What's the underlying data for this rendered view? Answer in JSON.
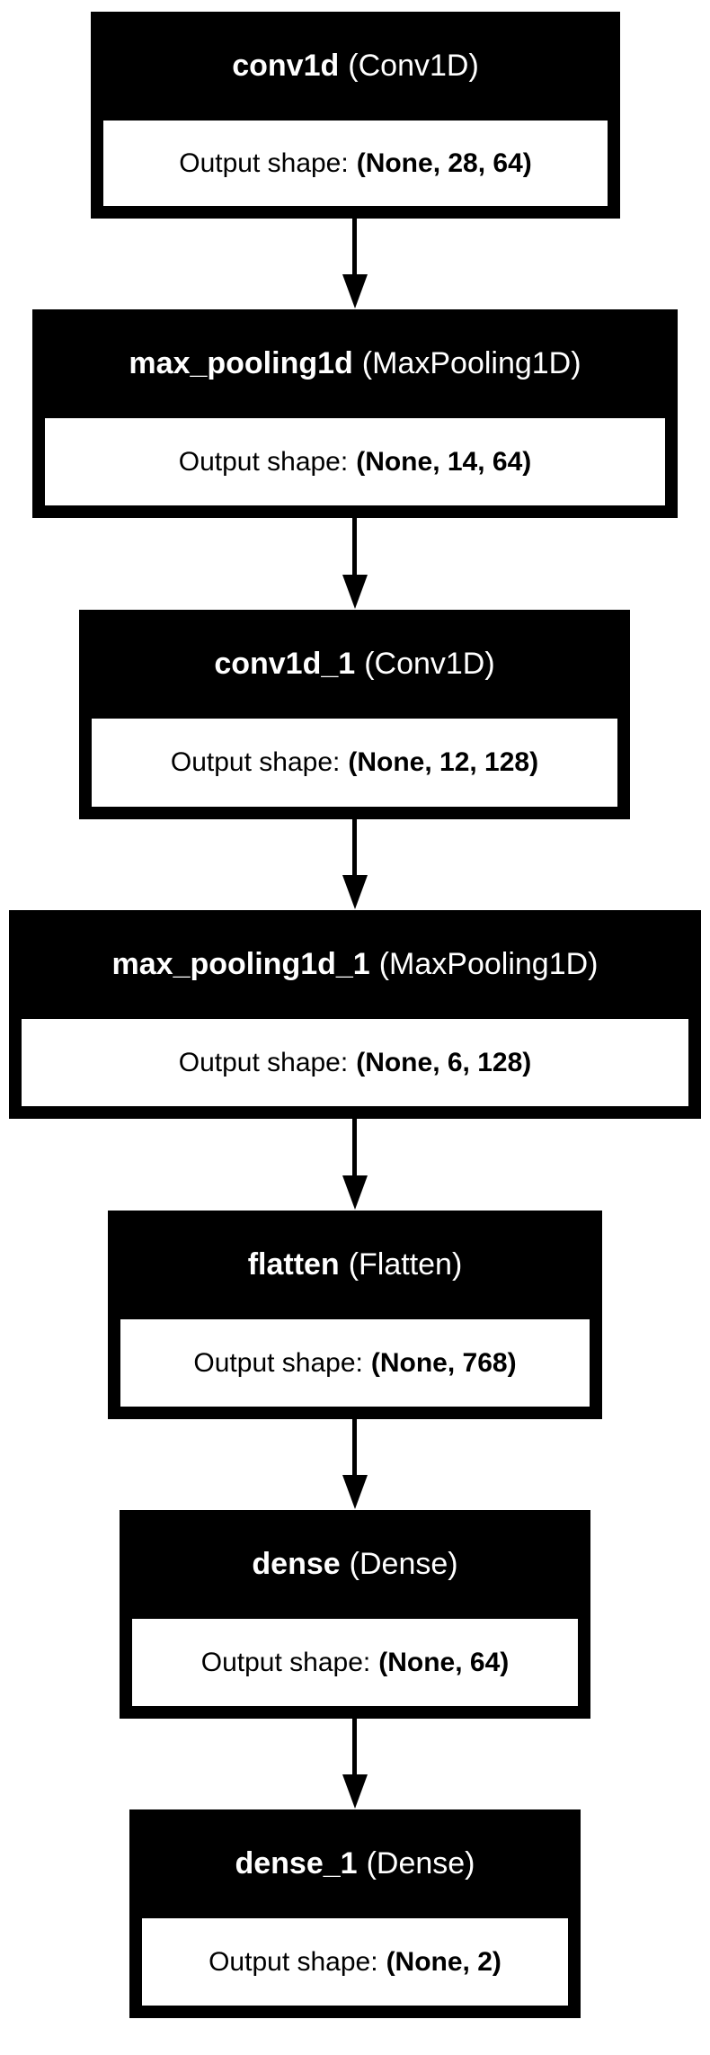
{
  "layers": [
    {
      "name": "conv1d",
      "type": "(Conv1D)",
      "shape_label": "Output shape:",
      "shape": "(None, 28, 64)"
    },
    {
      "name": "max_pooling1d",
      "type": "(MaxPooling1D)",
      "shape_label": "Output shape:",
      "shape": "(None, 14, 64)"
    },
    {
      "name": "conv1d_1",
      "type": "(Conv1D)",
      "shape_label": "Output shape:",
      "shape": "(None, 12, 128)"
    },
    {
      "name": "max_pooling1d_1",
      "type": "(MaxPooling1D)",
      "shape_label": "Output shape:",
      "shape": "(None, 6, 128)"
    },
    {
      "name": "flatten",
      "type": "(Flatten)",
      "shape_label": "Output shape:",
      "shape": "(None, 768)"
    },
    {
      "name": "dense",
      "type": "(Dense)",
      "shape_label": "Output shape:",
      "shape": "(None, 64)"
    },
    {
      "name": "dense_1",
      "type": "(Dense)",
      "shape_label": "Output shape:",
      "shape": "(None, 2)"
    }
  ]
}
